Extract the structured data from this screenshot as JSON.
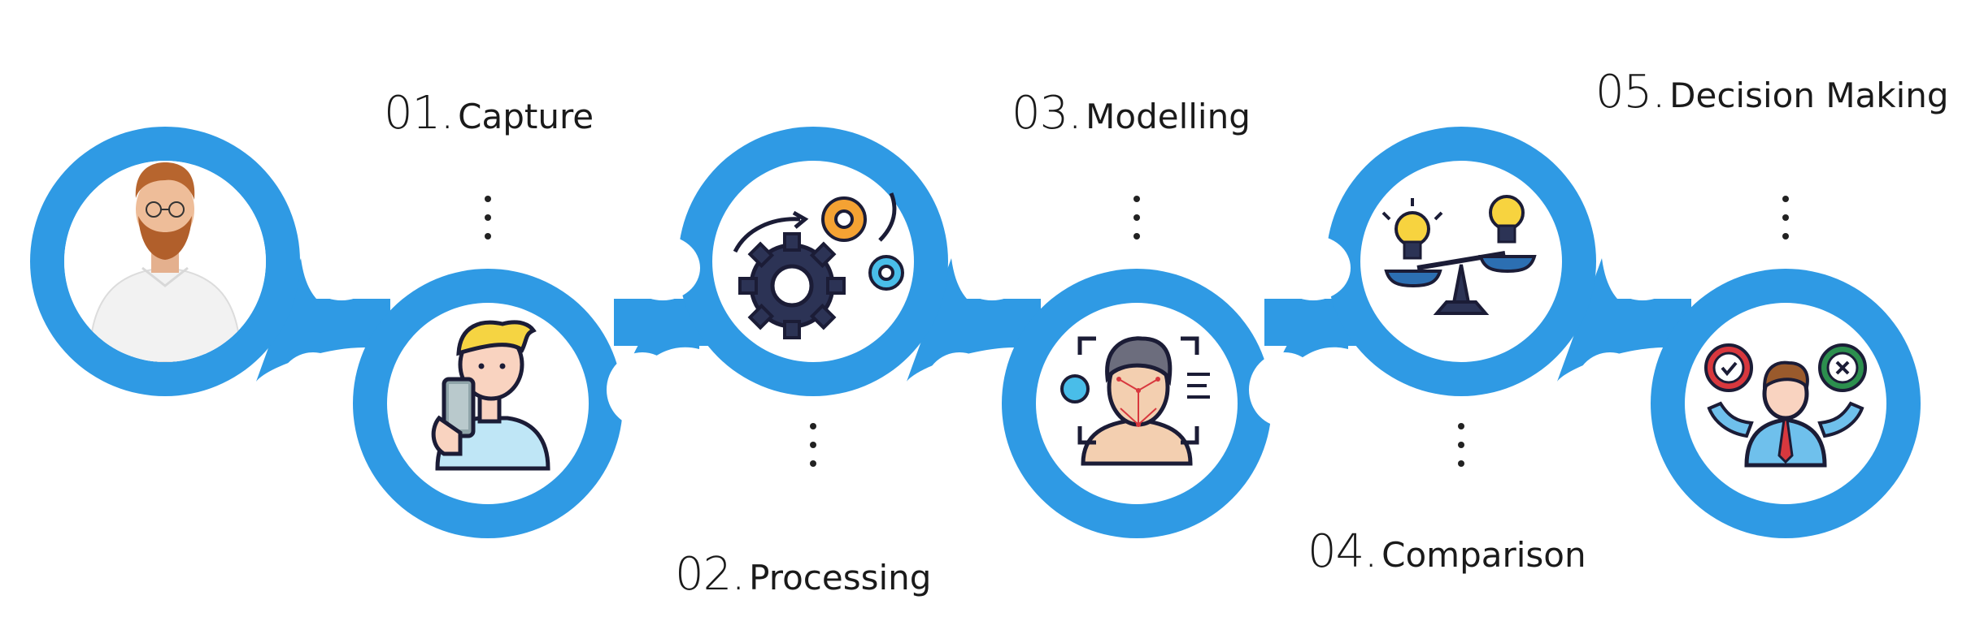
{
  "steps": [
    {
      "number": "01.",
      "title": "Capture",
      "icon": "selfie-phone-icon"
    },
    {
      "number": "02.",
      "title": "Processing",
      "icon": "gears-icon"
    },
    {
      "number": "03.",
      "title": "Modelling",
      "icon": "face-scan-icon"
    },
    {
      "number": "04.",
      "title": "Comparison",
      "icon": "balance-scale-bulbs-icon"
    },
    {
      "number": "05.",
      "title": "Decision Making",
      "icon": "decision-person-icon"
    }
  ],
  "photo": {
    "icon": "bearded-man-photo"
  },
  "colors": {
    "track": "#2f9ae4",
    "text": "#1a1a1a",
    "skin": "#f9d3c0",
    "ink": "#1b1c36",
    "orange": "#f4a233",
    "lightblue": "#49bde9",
    "yellow": "#f7d33f",
    "green": "#2c8f4e",
    "red": "#d8383e"
  }
}
